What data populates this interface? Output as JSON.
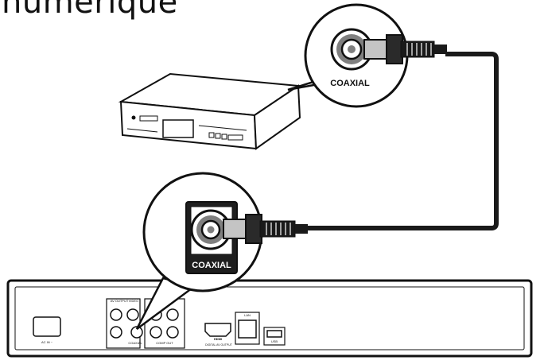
{
  "heading": "numérique",
  "receiver": {
    "jack_label": "COAXIAL"
  },
  "player": {
    "jack_label": "COAXIAL",
    "panel_labels": {
      "ac_in": "AC IN ~",
      "av_output": "AV OUTPUT",
      "video": "VIDEO",
      "coaxial": "COAXIAL",
      "comp_out": "COMP OUT",
      "hdmi_logo": "HDMI",
      "hdmi_output": "DIGITAL AV OUTPUT",
      "lan": "LAN",
      "usb": "USB"
    }
  },
  "colors": {
    "line": "#111111",
    "cable": "#1a1a1a",
    "plug_gray": "#bdbdbd",
    "jack_gray": "#8c8c8c",
    "background": "#ffffff"
  }
}
